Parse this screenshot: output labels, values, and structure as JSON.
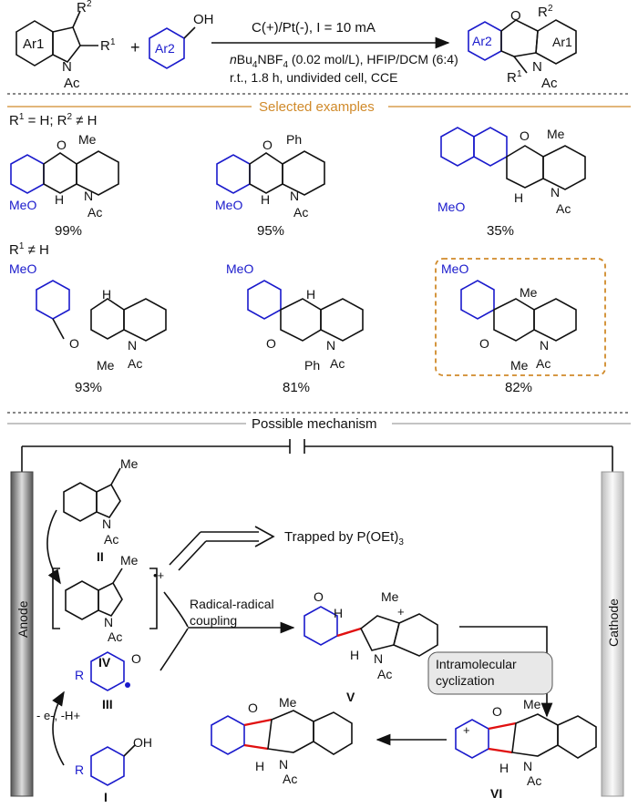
{
  "scheme": {
    "reactant1": {
      "ring": "Ar1",
      "r2": "R",
      "r2sup": "2",
      "r1": "R",
      "r1sup": "1",
      "n": "N",
      "ac": "Ac"
    },
    "plus": "+",
    "reactant2": {
      "ring": "Ar2",
      "oh": "OH"
    },
    "conditions": {
      "line1": "C(+)/Pt(-), I = 10 mA",
      "line2_prefix": "n",
      "line2_main": "Bu",
      "line2_sub": "4",
      "line2_rest": "NBF",
      "line2_sub2": "4",
      "line2_tail": " (0.02 mol/L), HFIP/DCM (6:4)",
      "line3": "r.t., 1.8 h, undivided cell, CCE"
    },
    "product": {
      "ar2": "Ar2",
      "ar1": "Ar1",
      "o": "O",
      "r2": "R",
      "r2sup": "2",
      "r1": "R",
      "r1sup": "1",
      "n": "N",
      "ac": "Ac"
    }
  },
  "examples": {
    "section_title": "Selected examples",
    "group1_label": {
      "a": "R",
      "asup": "1",
      "b": " = H; R",
      "bsup": "2",
      "c": " ≠ H"
    },
    "group2_label": {
      "a": "R",
      "asup": "1",
      "b": " ≠ H"
    },
    "row1": [
      {
        "sub": "Me",
        "meo": "MeO",
        "yield": "99%"
      },
      {
        "sub": "Ph",
        "meo": "MeO",
        "yield": "95%"
      },
      {
        "sub": "Me",
        "meo": "MeO",
        "yield": "35%"
      }
    ],
    "row2": [
      {
        "meo": "MeO",
        "sub": "Me",
        "yield": "93%"
      },
      {
        "meo": "MeO",
        "sub": "Ph",
        "yield": "81%"
      },
      {
        "meo": "MeO",
        "sub": "Me",
        "subtop": "Me",
        "yield": "82%"
      }
    ],
    "atoms": {
      "o": "O",
      "n": "N",
      "h": "H",
      "ac": "Ac"
    }
  },
  "mechanism": {
    "section_title": "Possible mechanism",
    "anode": "Anode",
    "cathode": "Cathode",
    "trapped": "Trapped by P(OEt)",
    "trapped_sub": "3",
    "radical_coupling_1": "Radical-radical",
    "radical_coupling_2": "coupling",
    "cyclization_1": "Intramolecular",
    "cyclization_2": "cyclization",
    "electrons": "- e-, -H+",
    "labels": {
      "II": "II",
      "IV": "IV",
      "III": "III",
      "I": "I",
      "V": "V",
      "VI": "VI"
    },
    "atoms": {
      "me": "Me",
      "n": "N",
      "ac": "Ac",
      "o": "O",
      "h": "H",
      "r": "R",
      "oh": "OH",
      "plus": "+",
      "radcat": "•+"
    }
  },
  "colors": {
    "blue": "#1a1acc",
    "red": "#e01010",
    "orange": "#d08a2a"
  }
}
